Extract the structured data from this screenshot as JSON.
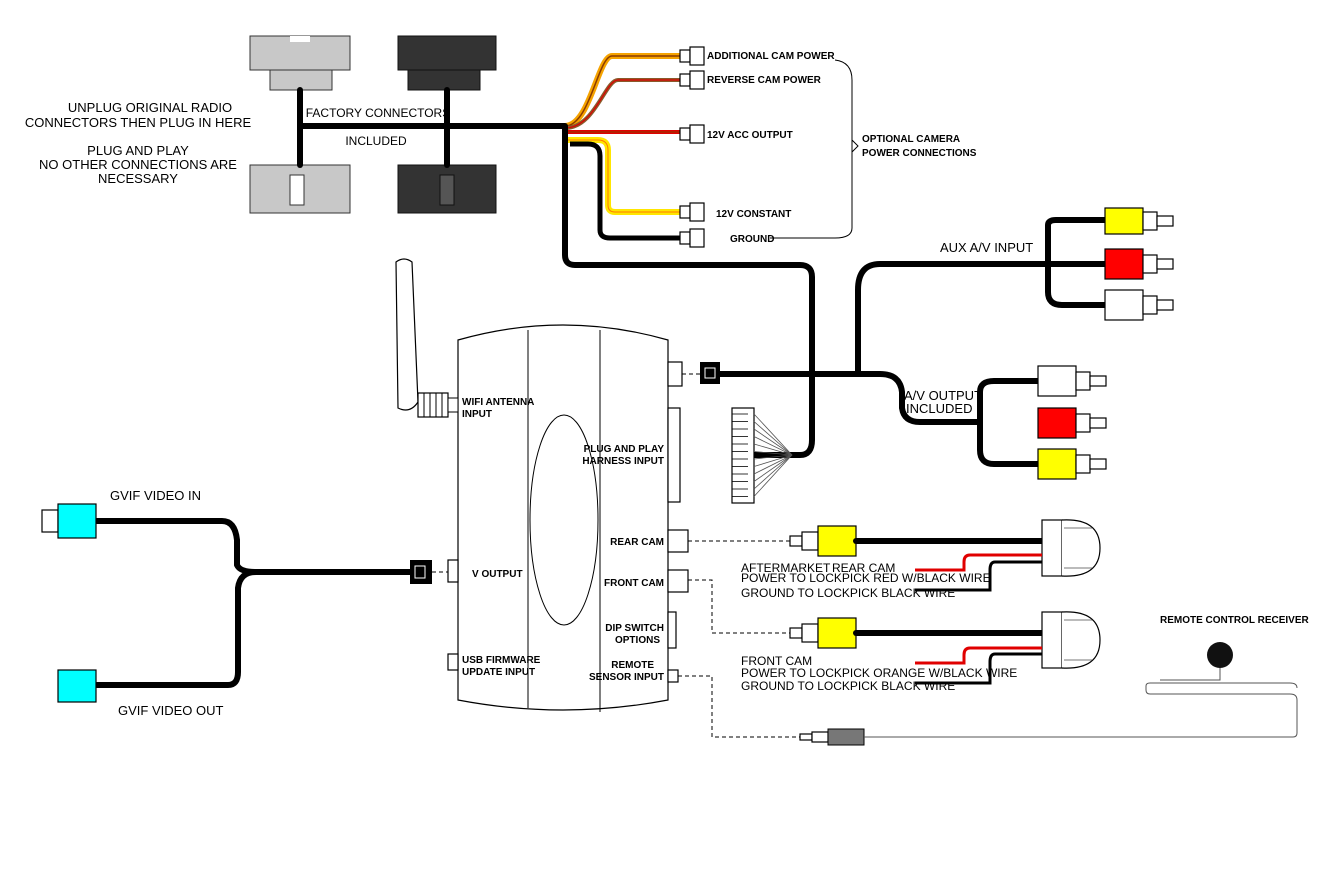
{
  "harness": {
    "instructions_line1": "UNPLUG ORIGINAL RADIO",
    "instructions_line2": "CONNECTORS THEN PLUG IN HERE",
    "plug_line1": "PLUG AND PLAY",
    "plug_line2": "NO OTHER CONNECTIONS ARE",
    "plug_line3": "NECESSARY",
    "factory_connectors": "FACTORY CONNECTORS",
    "included": "INCLUDED"
  },
  "power_wires": {
    "additional_cam_power": "ADDITIONAL CAM POWER",
    "reverse_cam_power": "REVERSE CAM POWER",
    "acc_output": "12V ACC OUTPUT",
    "constant": "12V CONSTANT",
    "ground": "GROUND",
    "optional_line1": "OPTIONAL CAMERA",
    "optional_line2": "POWER CONNECTIONS",
    "colors": {
      "orange": "#f5a300",
      "red": "#e00000",
      "yellow": "#ffe600",
      "brown": "#8a5a2b"
    }
  },
  "av": {
    "aux_input": "AUX A/V INPUT",
    "output_line1": "A/V OUTPUT",
    "output_line2": "INCLUDED",
    "colors": {
      "yellow": "#ffff00",
      "red": "#ff0000",
      "white": "#ffffff"
    }
  },
  "module": {
    "wifi_line1": "WIFI ANTENNA",
    "wifi_line2": "INPUT",
    "plug_harness_line1": "PLUG AND PLAY",
    "plug_harness_line2": "HARNESS INPUT",
    "rear_cam": "REAR CAM",
    "front_cam": "FRONT CAM",
    "dip_line1": "DIP SWITCH",
    "dip_line2": "OPTIONS",
    "remote_line1": "REMOTE",
    "remote_line2": "SENSOR INPUT",
    "v_output": "V OUTPUT",
    "usb_line1": "USB FIRMWARE",
    "usb_line2": "UPDATE INPUT"
  },
  "gvif": {
    "video_in": "GVIF VIDEO IN",
    "video_out": "GVIF VIDEO OUT",
    "color": "#00ffff"
  },
  "cameras": {
    "rear_line1": "AFTERMARKET",
    "rear_line1b": "REAR CAM",
    "rear_line2": "POWER TO LOCKPICK RED W/BLACK WIRE",
    "rear_line3": "GROUND TO LOCKPICK BLACK WIRE",
    "front_line1": "FRONT CAM",
    "front_line2": "POWER TO LOCKPICK ORANGE W/BLACK WIRE",
    "front_line3": "GROUND TO LOCKPICK BLACK WIRE",
    "remote_receiver": "REMOTE CONTROL RECEIVER"
  }
}
